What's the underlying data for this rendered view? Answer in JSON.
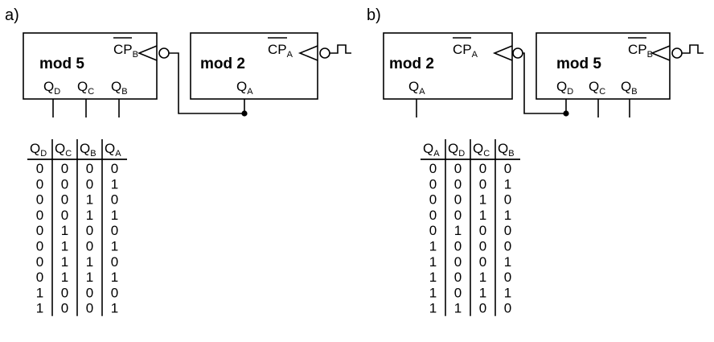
{
  "panels": [
    {
      "label": "a)",
      "left_block": {
        "name": "mod 5",
        "clock": {
          "main": "CP",
          "sub": "B"
        },
        "outputs": [
          {
            "main": "Q",
            "sub": "D"
          },
          {
            "main": "Q",
            "sub": "C"
          },
          {
            "main": "Q",
            "sub": "B"
          }
        ]
      },
      "right_block": {
        "name": "mod 2",
        "clock": {
          "main": "CP",
          "sub": "A"
        },
        "outputs": [
          {
            "main": "Q",
            "sub": "A"
          }
        ]
      },
      "table": {
        "headers": [
          {
            "main": "Q",
            "sub": "D"
          },
          {
            "main": "Q",
            "sub": "C"
          },
          {
            "main": "Q",
            "sub": "B"
          },
          {
            "main": "Q",
            "sub": "A"
          }
        ],
        "rows": [
          [
            "0",
            "0",
            "0",
            "0"
          ],
          [
            "0",
            "0",
            "0",
            "1"
          ],
          [
            "0",
            "0",
            "1",
            "0"
          ],
          [
            "0",
            "0",
            "1",
            "1"
          ],
          [
            "0",
            "1",
            "0",
            "0"
          ],
          [
            "0",
            "1",
            "0",
            "1"
          ],
          [
            "0",
            "1",
            "1",
            "0"
          ],
          [
            "0",
            "1",
            "1",
            "1"
          ],
          [
            "1",
            "0",
            "0",
            "0"
          ],
          [
            "1",
            "0",
            "0",
            "1"
          ]
        ]
      }
    },
    {
      "label": "b)",
      "left_block": {
        "name": "mod 2",
        "clock": {
          "main": "CP",
          "sub": "A"
        },
        "outputs": [
          {
            "main": "Q",
            "sub": "A"
          }
        ]
      },
      "right_block": {
        "name": "mod 5",
        "clock": {
          "main": "CP",
          "sub": "B"
        },
        "outputs": [
          {
            "main": "Q",
            "sub": "D"
          },
          {
            "main": "Q",
            "sub": "C"
          },
          {
            "main": "Q",
            "sub": "B"
          }
        ]
      },
      "table": {
        "headers": [
          {
            "main": "Q",
            "sub": "A"
          },
          {
            "main": "Q",
            "sub": "D"
          },
          {
            "main": "Q",
            "sub": "C"
          },
          {
            "main": "Q",
            "sub": "B"
          }
        ],
        "rows": [
          [
            "0",
            "0",
            "0",
            "0"
          ],
          [
            "0",
            "0",
            "0",
            "1"
          ],
          [
            "0",
            "0",
            "1",
            "0"
          ],
          [
            "0",
            "0",
            "1",
            "1"
          ],
          [
            "0",
            "1",
            "0",
            "0"
          ],
          [
            "1",
            "0",
            "0",
            "0"
          ],
          [
            "1",
            "0",
            "0",
            "1"
          ],
          [
            "1",
            "0",
            "1",
            "0"
          ],
          [
            "1",
            "0",
            "1",
            "1"
          ],
          [
            "1",
            "1",
            "0",
            "0"
          ]
        ]
      }
    }
  ]
}
